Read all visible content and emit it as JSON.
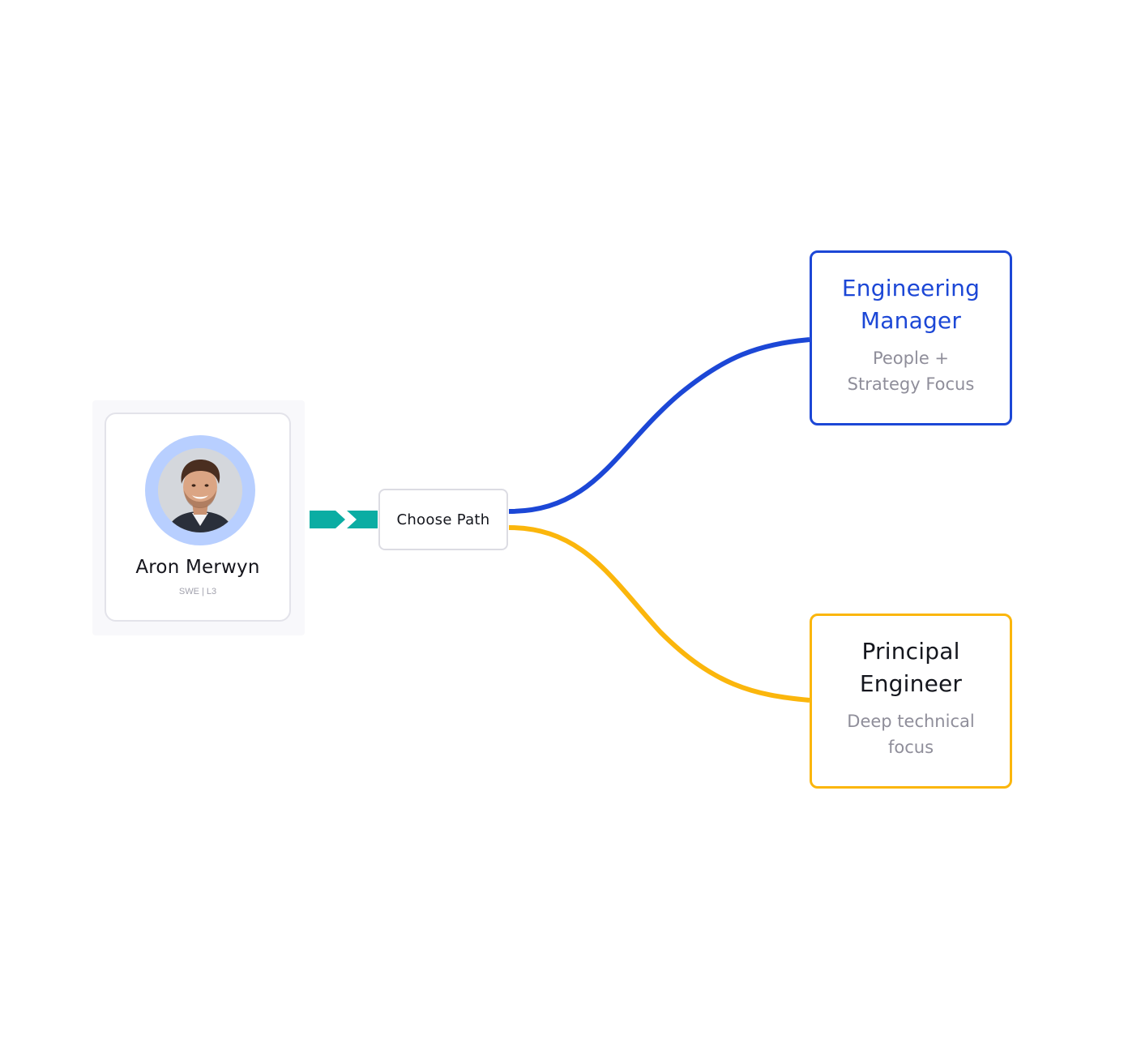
{
  "profile": {
    "name": "Aron Merwyn",
    "role": "SWE | L3"
  },
  "decision": {
    "label": "Choose Path"
  },
  "paths": {
    "engineering_manager": {
      "title_lines": [
        "Engineering",
        "Manager"
      ],
      "description_lines": [
        "People +",
        "Strategy Focus"
      ],
      "color": "#1c47d6"
    },
    "principal_engineer": {
      "title_lines": [
        "Principal",
        "Engineer"
      ],
      "description_lines": [
        "Deep technical",
        "focus"
      ],
      "color": "#fbb60c"
    }
  },
  "colors": {
    "connector_arrow": "#0bada3",
    "avatar_ring": "#b8cfff",
    "card_border": "#dcdce3"
  },
  "icons": {
    "avatar": "person-photo",
    "arrow": "chevron-right-icon"
  }
}
